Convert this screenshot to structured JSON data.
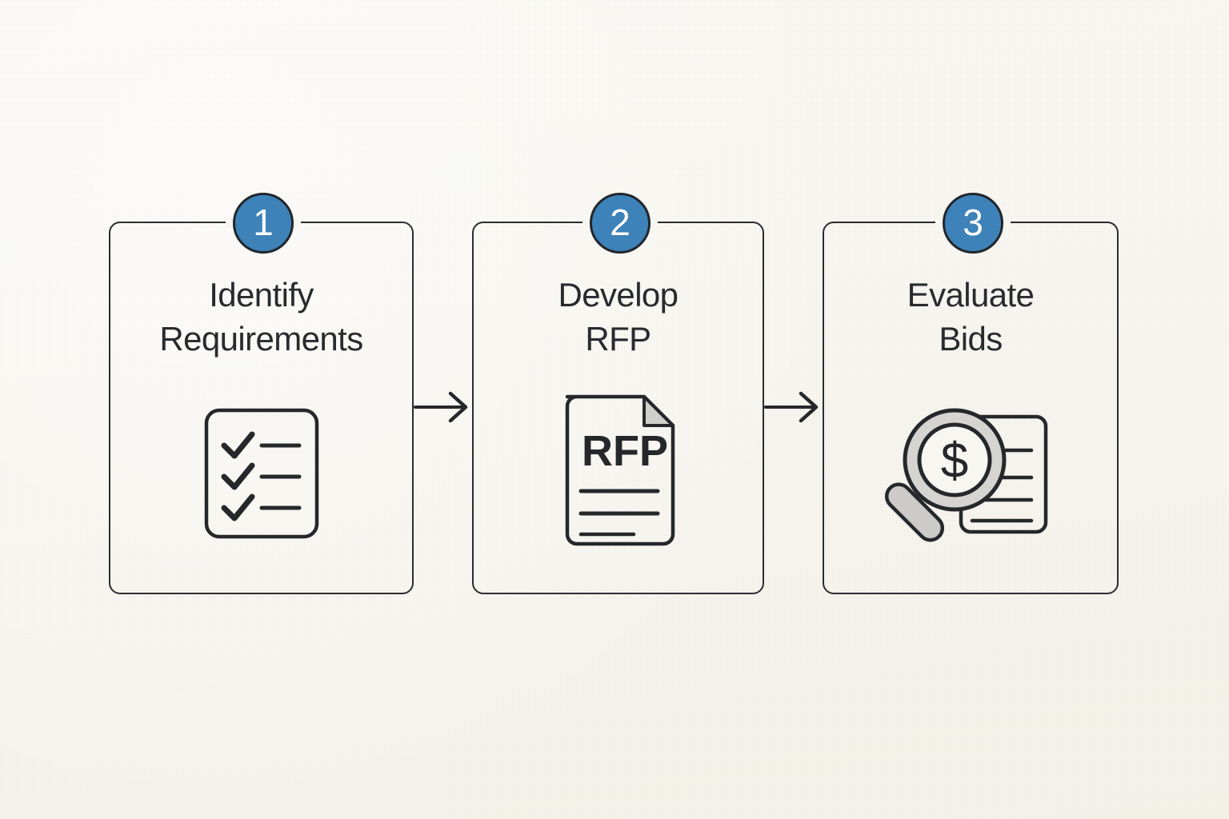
{
  "diagram": {
    "type": "process-flow",
    "orientation": "horizontal",
    "background_color": "#f8f6f0",
    "accent_color": "#3d82b8",
    "line_color": "#2a2d31",
    "text_color": "#282b2e",
    "steps": [
      {
        "number": "1",
        "title": "Identify\nRequirements",
        "icon": "checklist-icon",
        "icon_label": ""
      },
      {
        "number": "2",
        "title": "Develop\nRFP",
        "icon": "rfp-document-icon",
        "icon_label": "RFP"
      },
      {
        "number": "3",
        "title": "Evaluate\nBids",
        "icon": "magnifier-dollar-document-icon",
        "icon_label": "$"
      }
    ],
    "connectors": [
      {
        "from": "1",
        "to": "2",
        "icon": "arrow-right-icon"
      },
      {
        "from": "2",
        "to": "3",
        "icon": "arrow-right-icon"
      }
    ]
  }
}
